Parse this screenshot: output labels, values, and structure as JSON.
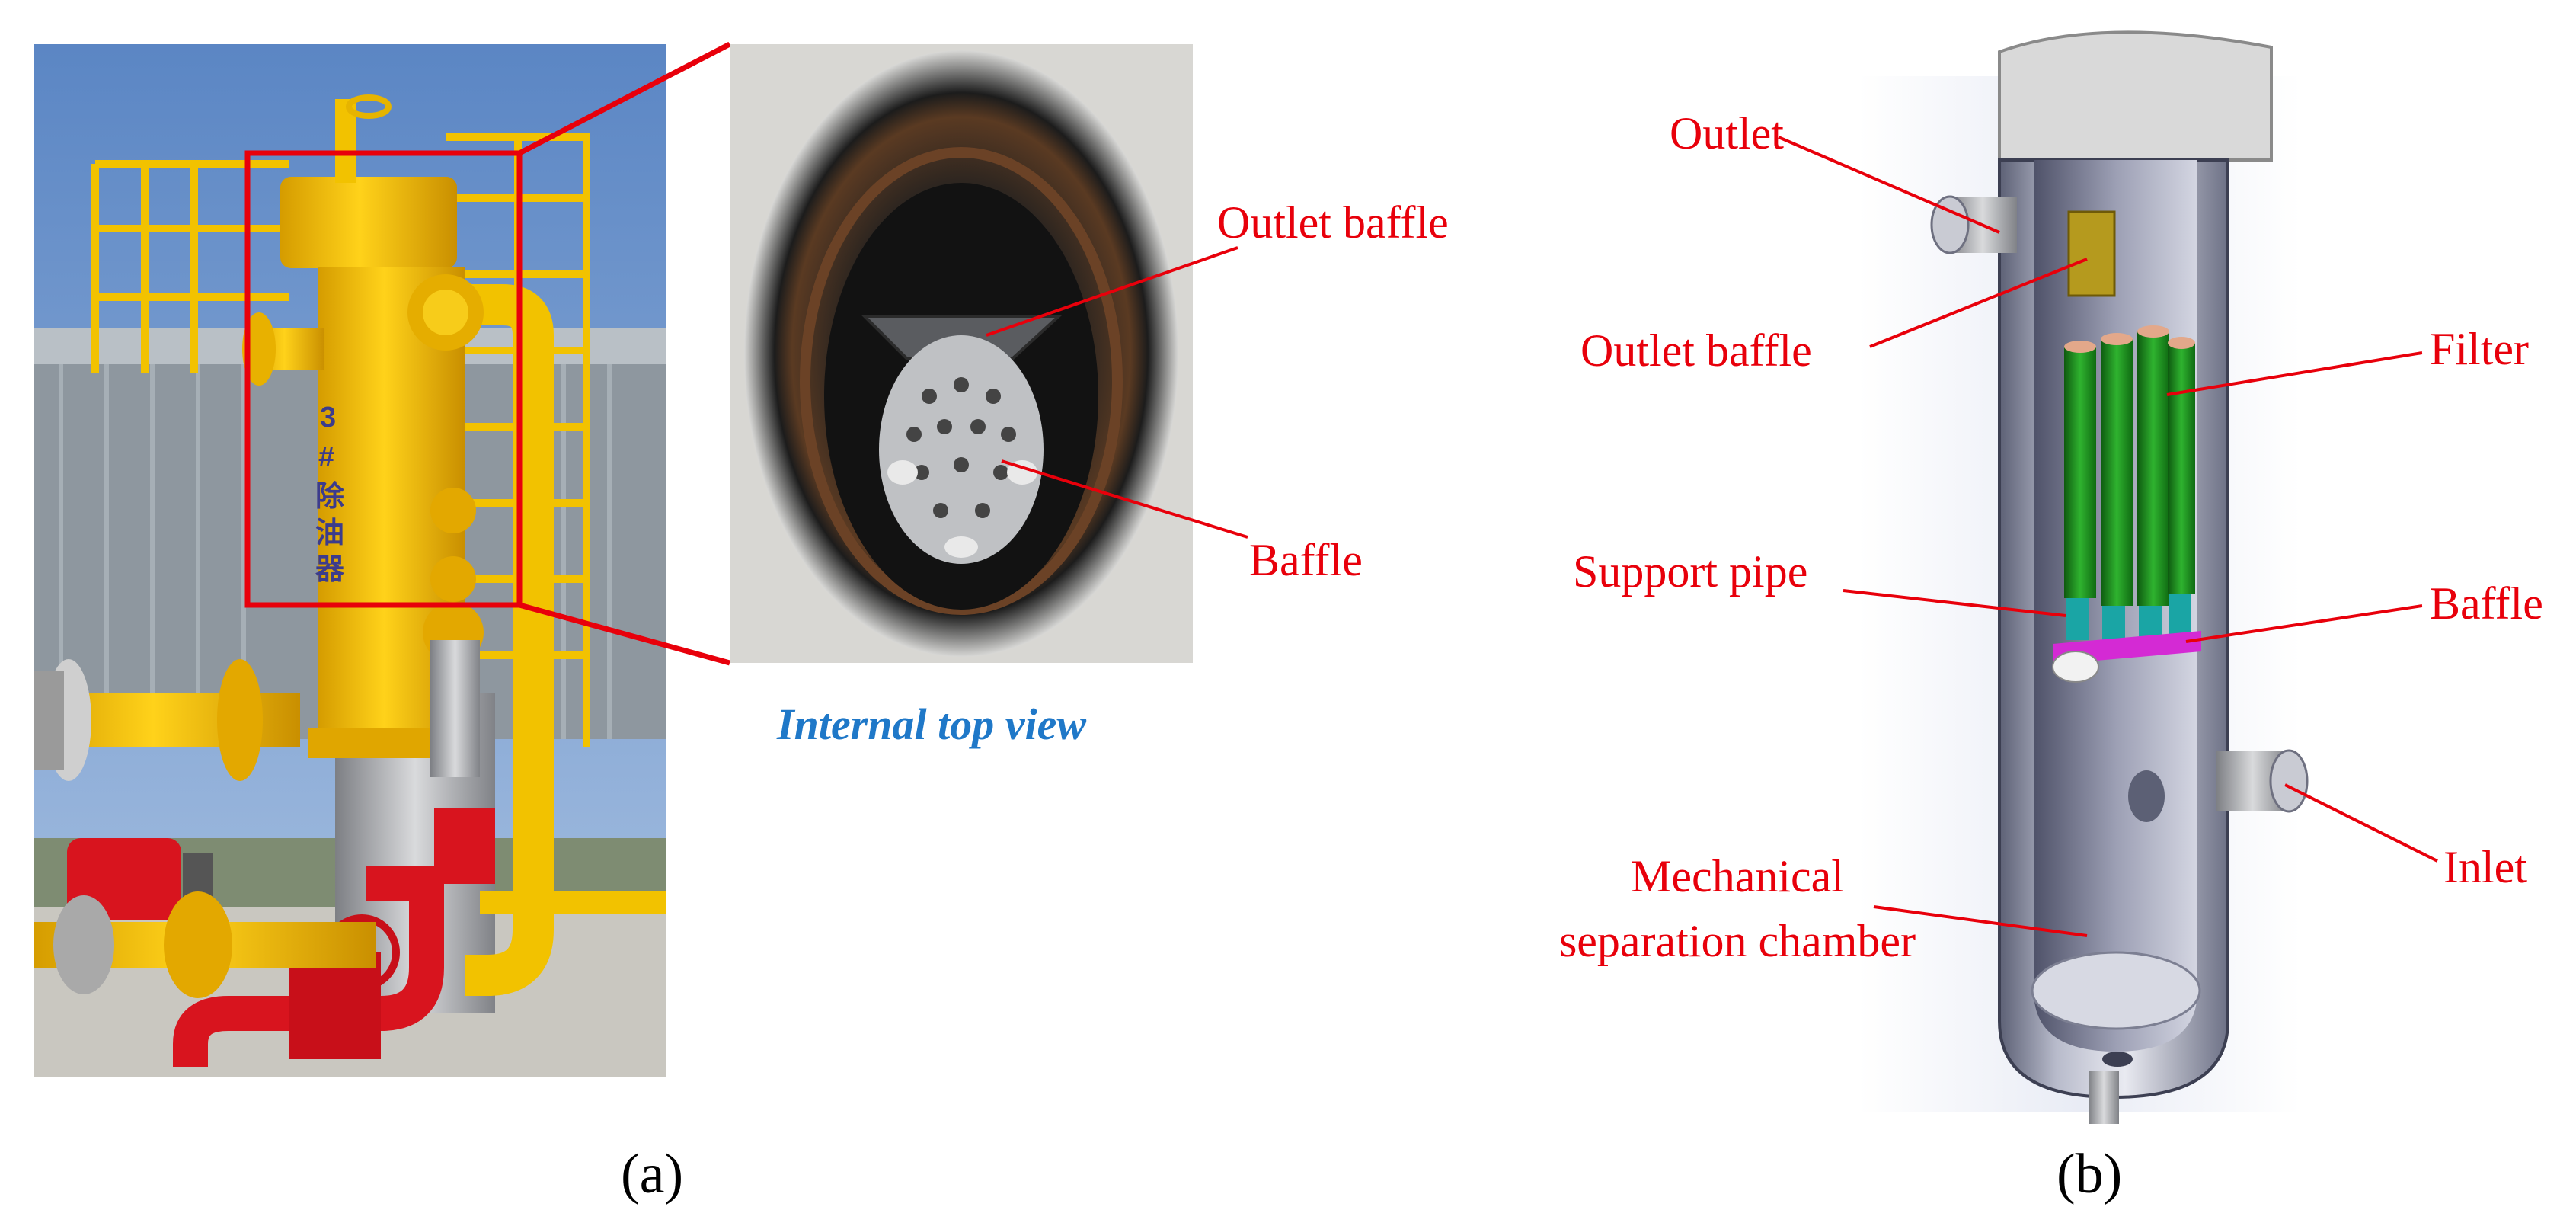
{
  "panel_a": {
    "caption": "(a)",
    "inset_caption": "Internal top view",
    "labels": {
      "outlet_baffle": "Outlet baffle",
      "baffle": "Baffle"
    },
    "sign_characters": [
      "3",
      "#",
      "除",
      "油",
      "器"
    ]
  },
  "panel_b": {
    "caption": "(b)",
    "labels": {
      "outlet": "Outlet",
      "outlet_baffle": "Outlet baffle",
      "filter": "Filter",
      "support_pipe": "Support pipe",
      "baffle": "Baffle",
      "inlet": "Inlet",
      "chamber_line1": "Mechanical",
      "chamber_line2": "separation chamber"
    }
  },
  "colors": {
    "label": "#e8000b",
    "inset_caption": "#1f78c8",
    "vessel_yellow": "#f4c20d",
    "valve_red": "#d8141e",
    "filter_green": "#1e8f1e",
    "baffle_magenta": "#d42ad4",
    "shell_grey": "#8a8ea6"
  }
}
